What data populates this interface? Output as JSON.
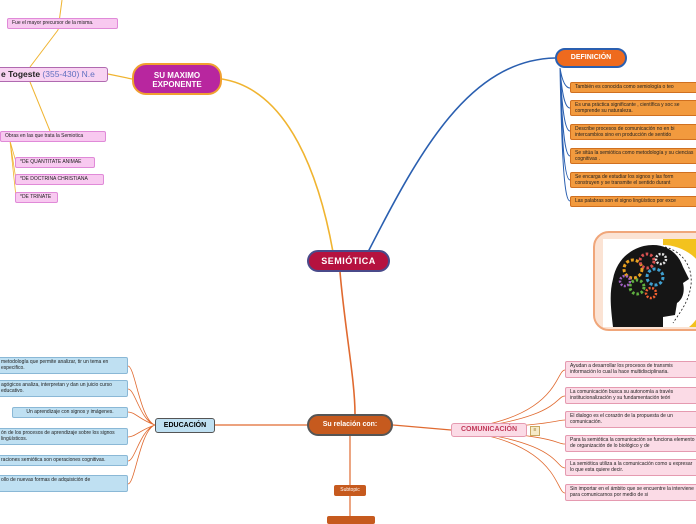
{
  "central": "SEMIÓTICA",
  "exponente": {
    "label": "SU MAXIMO EXPONENTE",
    "person_name": "e Togeste",
    "person_years": "(355-430) N.e",
    "precursor": "Fue el mayor precursor de la misma.",
    "obras_label": "Obras en las que trata la Semiotica",
    "obras": [
      "*DE QUANTITATE ANIMAE",
      "*DE DOCTRINA CHRISTIANA",
      "*DE TRINATE"
    ]
  },
  "definicion": {
    "label": "DEFINICIÓN",
    "items": [
      "También es conocida como semiología o teo",
      "Es una práctica  significante , científica y soc se comprende su naturaleza.",
      "Describe procesos de comunicación no en bi intercambios  sino en producción de sentido",
      "Se sitúa la semiótica como metodología y su ciencias cognitivas .",
      "Se encarga de estudiar los signos y las form construyen  y se transmite el sentido durant",
      "Las palabras son el signo lingüístico por exce"
    ]
  },
  "relacion": {
    "label": "Su relación con:",
    "subtopic": "Subtopic"
  },
  "educacion": {
    "label": "EDUCACIÓN",
    "items": [
      "metodología que permite analizar, tir un tema en especifico.",
      "agógicos analiza, interpretan y dan un juicio curso educativo.",
      "Un aprendizaje con signos y imágenes.",
      "ón de los procesos de aprendizaje  sobre los signos lingüísticos.",
      "raciones semiótica son operaciones cognitivas.",
      "ollo de nuevas formas de adquisición de"
    ]
  },
  "comunicacion": {
    "label": "COMUNICACIÓN",
    "items": [
      "Ayudan a desarrollar los procesos de transmis información lo cual la hace multidisciplinaria.",
      "La comunicación busca su autonomía a través institucionalización y su fundamentación teóri",
      "El dialogo es el corazón de la propuesta de un comunicación.",
      "Para la semiótica la comunicación se funciona elemento de organización de lo biológico y de",
      "La semiótica utiliza a la comunicación como u expresar lo que esta quiere decir.",
      "Sin importar en el ámbito que se encuentre la interviene para comunicarnos por medio de si"
    ]
  },
  "colors": {
    "central": "#b5123f",
    "exponente": "#b8269f",
    "definicion": "#ee6a1e",
    "relacion": "#c65a1e",
    "line_yellow": "#f0b430",
    "line_blue": "#2a5fb0",
    "line_orange": "#e06a30"
  },
  "icons": [
    "head-gears-image",
    "note-icon"
  ]
}
